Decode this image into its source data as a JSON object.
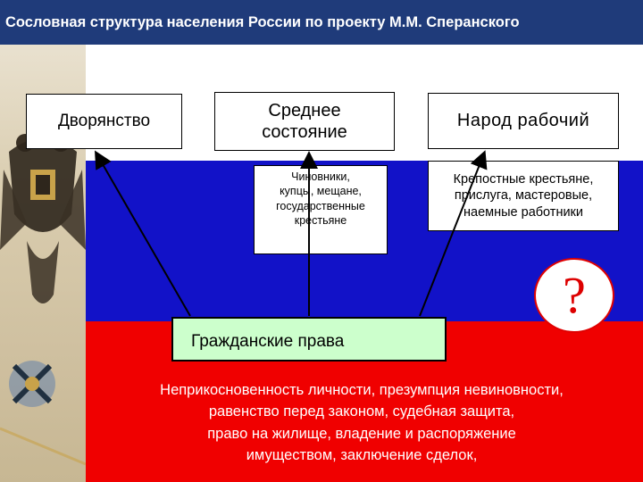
{
  "title": "Сословная структура населения России по проекту  М.М. Сперанского",
  "estates": {
    "dvoryanstvo": "Дворянство",
    "srednee_line1": "Среднее",
    "srednee_line2": "состояние",
    "narod": "Народ рабочий"
  },
  "subgroups": {
    "middle": [
      "Чиновники,",
      "купцы, мещане,",
      "государственные",
      "крестьяне"
    ],
    "working": [
      "Крепостные крестьяне,",
      "прислуга, мастеровые,",
      "наемные работники"
    ]
  },
  "civil_rights": {
    "label": "Гражданские права",
    "lines": [
      "Неприкосновенность личности, презумпция невиновности,",
      "равенство перед законом, судебная  защита,",
      "право на жилище, владение и распоряжение",
      "имуществом,  заключение сделок,"
    ]
  },
  "question_mark": "?",
  "colors": {
    "title_bg": "#1f3b7a",
    "flag_white": "#ffffff",
    "flag_blue": "#1212c8",
    "flag_red": "#f00000",
    "rights_box": "#ccffcc"
  }
}
